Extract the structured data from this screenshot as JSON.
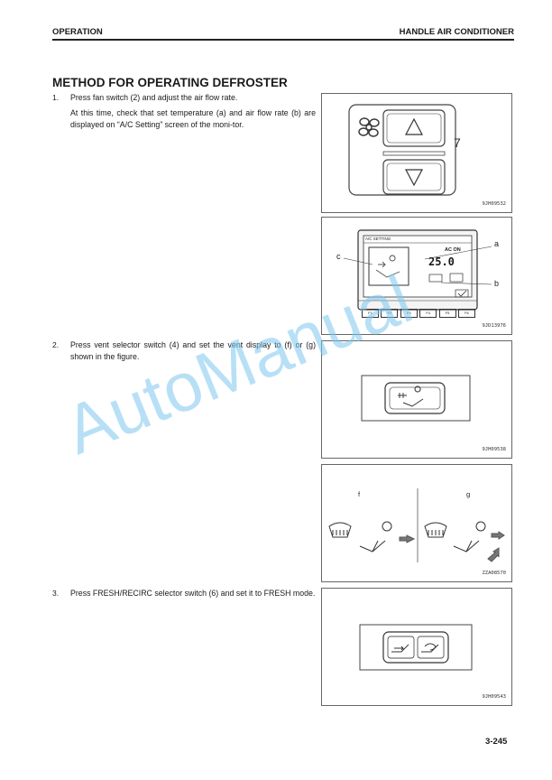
{
  "header": {
    "left": "OPERATION",
    "right": "HANDLE AIR CONDITIONER"
  },
  "section_title": "METHOD FOR OPERATING DEFROSTER",
  "steps": [
    {
      "number": "1.",
      "text": "Press fan switch (2) and adjust the air flow rate.",
      "note": "At this time, check that set temperature (a) and air flow rate (b) are displayed on “A/C Setting” screen of the moni-tor."
    },
    {
      "number": "2.",
      "text": "Press vent selector switch (4) and set the vent display to (f) or (g) shown in the figure."
    },
    {
      "number": "3.",
      "text": "Press FRESH/RECIRC selector switch (6) and set it to FRESH mode."
    }
  ],
  "figures": {
    "fan_switch": {
      "id": "9JH09532",
      "side_label": "7"
    },
    "monitor": {
      "id": "9JD13976",
      "screen_title": "A/C SETTING",
      "ac_label": "AC ON",
      "temperature": "25.0",
      "label_a": "a",
      "label_b": "b",
      "label_c": "c",
      "func_keys": [
        "F1",
        "F2",
        "F3",
        "F4",
        "F5",
        "F6"
      ]
    },
    "vent_switch": {
      "id": "9JH09538"
    },
    "vent_modes": {
      "id": "ZZA08570",
      "label_f": "f",
      "label_g": "g"
    },
    "fresh_switch": {
      "id": "9JH09543"
    }
  },
  "page_number": "3-245",
  "watermark": "AutoManual"
}
